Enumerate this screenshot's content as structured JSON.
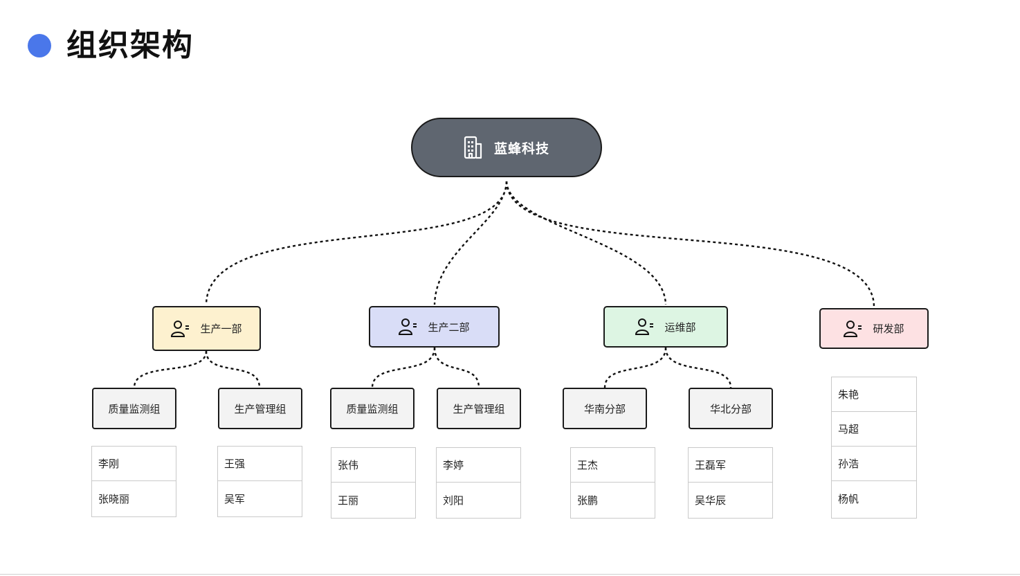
{
  "page_title": "组织架构",
  "accent_color": "#4a77ea",
  "root": {
    "label": "蓝蜂科技",
    "icon": "building-icon",
    "fill": "#5f6670"
  },
  "departments": [
    {
      "label": "生产一部",
      "icon": "user-list-icon",
      "fill": "#fdf1cf"
    },
    {
      "label": "生产二部",
      "icon": "user-list-icon",
      "fill": "#d9ddf7"
    },
    {
      "label": "运维部",
      "icon": "user-list-icon",
      "fill": "#ddf5e3"
    },
    {
      "label": "研发部",
      "icon": "user-list-icon",
      "fill": "#fde1e3"
    }
  ],
  "groups": [
    {
      "label": "质量监测组",
      "members": [
        "李刚",
        "张晓丽"
      ]
    },
    {
      "label": "生产管理组",
      "members": [
        "王强",
        "吴军"
      ]
    },
    {
      "label": "质量监测组",
      "members": [
        "张伟",
        "王丽"
      ]
    },
    {
      "label": "生产管理组",
      "members": [
        "李婷",
        "刘阳"
      ]
    },
    {
      "label": "华南分部",
      "members": [
        "王杰",
        "张鹏"
      ]
    },
    {
      "label": "华北分部",
      "members": [
        "王磊军",
        "吴华辰"
      ]
    }
  ],
  "rd_members": [
    "朱艳",
    "马超",
    "孙浩",
    "杨帆"
  ]
}
